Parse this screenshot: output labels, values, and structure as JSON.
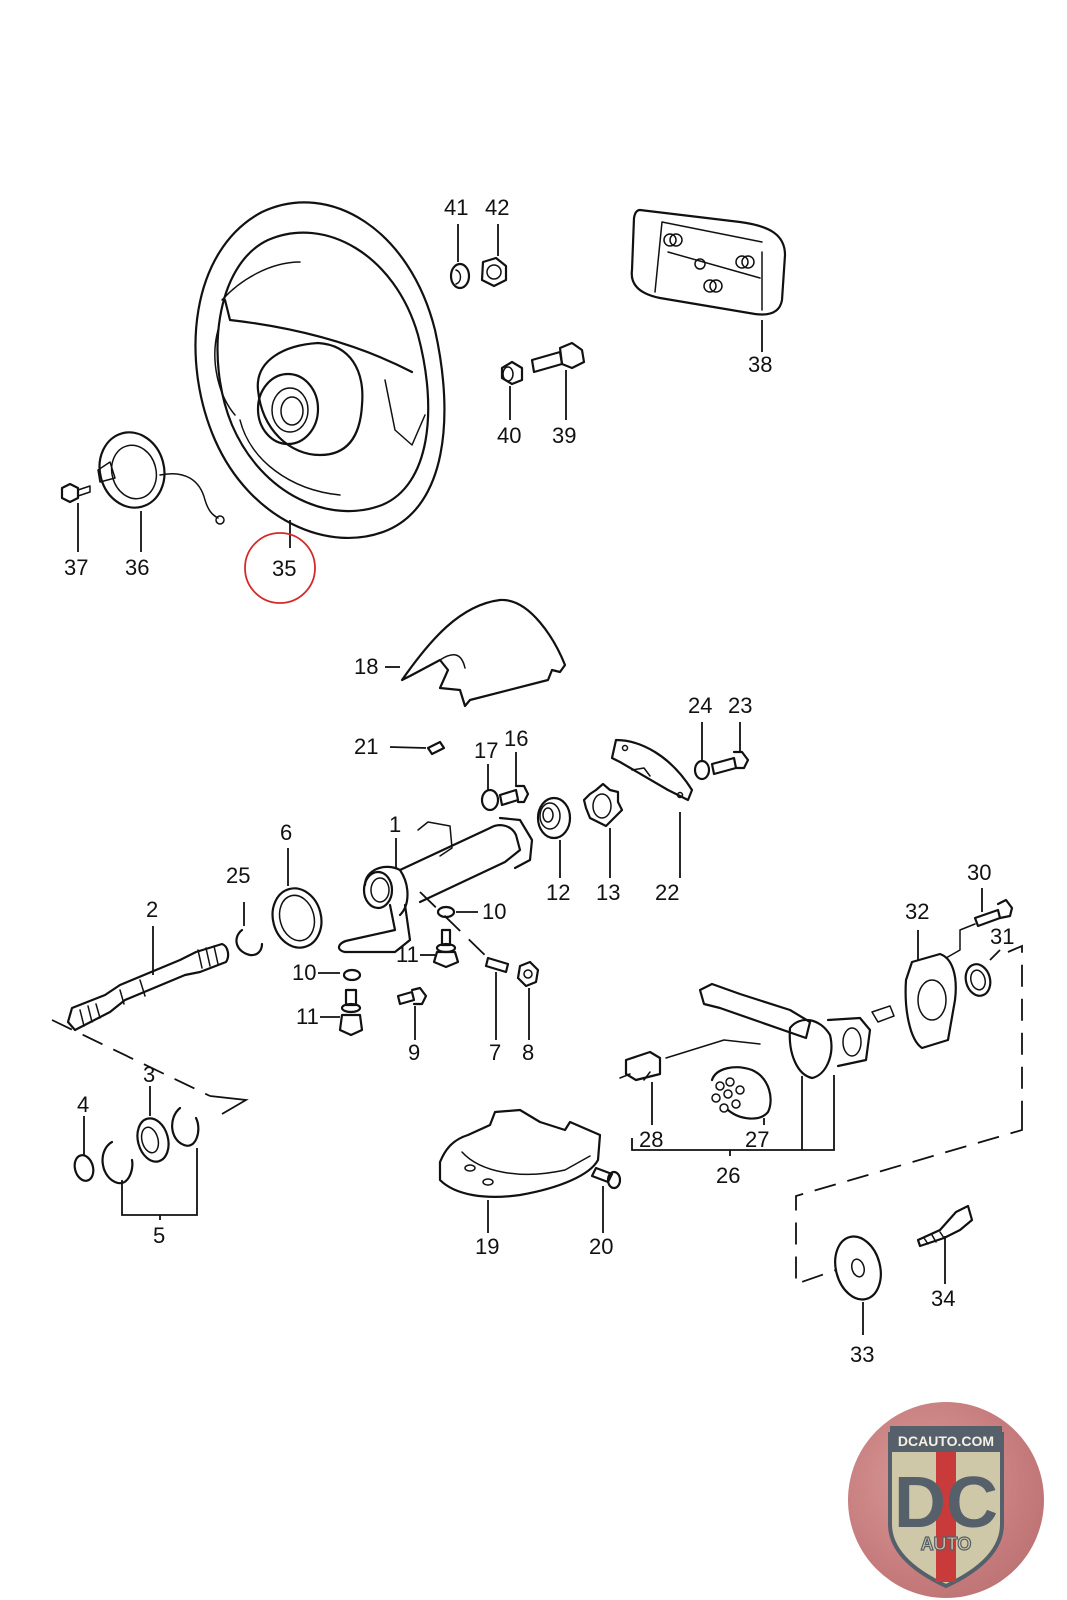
{
  "diagram": {
    "type": "exploded parts diagram",
    "subject": "Steering wheel and steering column assembly",
    "highlighted_part": "35",
    "highlight_color": "#d42a2a",
    "callouts": {
      "p1": "1",
      "p2": "2",
      "p3": "3",
      "p4": "4",
      "p5": "5",
      "p6": "6",
      "p7": "7",
      "p8": "8",
      "p9": "9",
      "p10a": "10",
      "p10b": "10",
      "p11a": "11",
      "p11b": "11",
      "p12": "12",
      "p13": "13",
      "p16": "16",
      "p17": "17",
      "p18": "18",
      "p19": "19",
      "p20": "20",
      "p21": "21",
      "p22": "22",
      "p23": "23",
      "p24": "24",
      "p25": "25",
      "p26": "26",
      "p27": "27",
      "p28": "28",
      "p30": "30",
      "p31": "31",
      "p32": "32",
      "p33": "33",
      "p34": "34",
      "p35": "35",
      "p36": "36",
      "p37": "37",
      "p38": "38",
      "p39": "39",
      "p40": "40",
      "p41": "41",
      "p42": "42"
    }
  },
  "watermark": {
    "site": "DCAUTO.COM",
    "monogram": "DC",
    "subtitle": "AUTO",
    "colors": {
      "badge_bg": "#c77d7d",
      "shield": "#cfc8a8",
      "letters": "#55606a",
      "stripe": "#c93a3a"
    }
  }
}
